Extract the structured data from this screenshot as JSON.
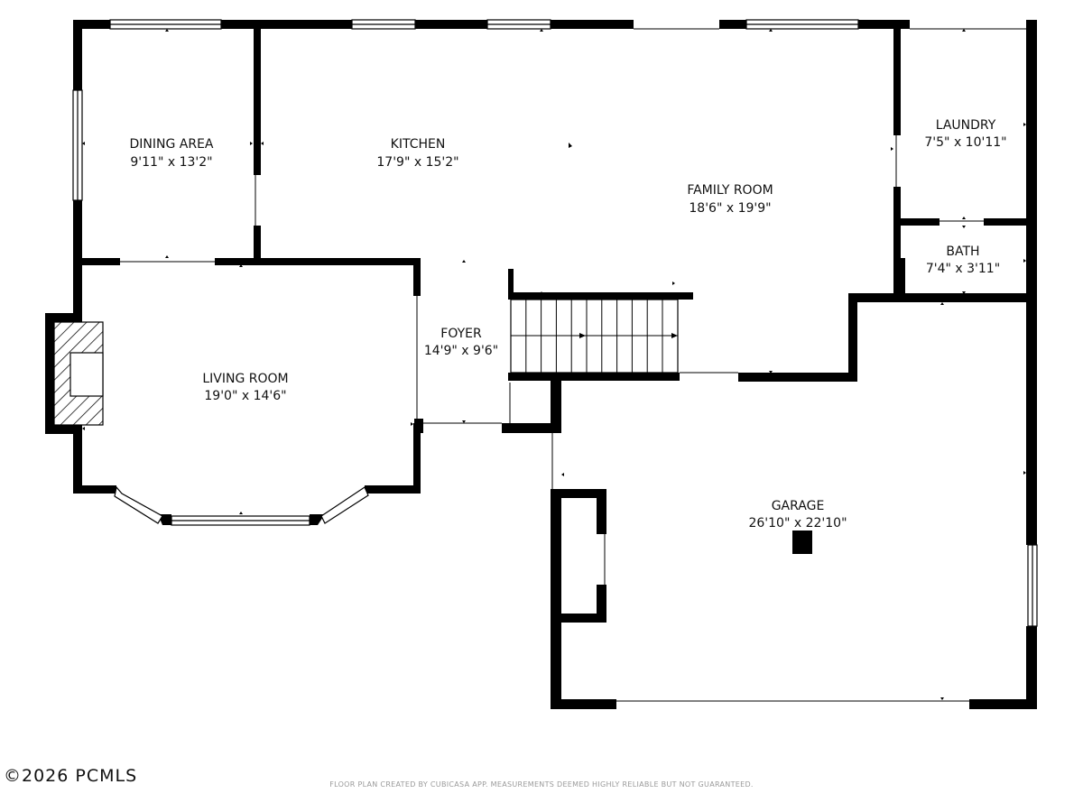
{
  "rooms": {
    "dining_area": {
      "name": "DINING AREA",
      "dims": "9'11\" x 13'2\""
    },
    "kitchen": {
      "name": "KITCHEN",
      "dims": "17'9\" x 15'2\""
    },
    "family_room": {
      "name": "FAMILY ROOM",
      "dims": "18'6\" x 19'9\""
    },
    "laundry": {
      "name": "LAUNDRY",
      "dims": "7'5\" x 10'11\""
    },
    "bath": {
      "name": "BATH",
      "dims": "7'4\" x 3'11\""
    },
    "living_room": {
      "name": "LIVING ROOM",
      "dims": "19'0\" x 14'6\""
    },
    "foyer": {
      "name": "FOYER",
      "dims": "14'9\" x 9'6\""
    },
    "garage": {
      "name": "GARAGE",
      "dims": "26'10\" x 22'10\""
    }
  },
  "copyright": "©2026 PCMLS",
  "disclaimer": "FLOOR PLAN CREATED BY CUBICASA APP. MEASUREMENTS DEEMED HIGHLY RELIABLE BUT NOT GUARANTEED.",
  "colors": {
    "wall": "#000000",
    "background": "#ffffff",
    "disclaimer": "#9a9a9a"
  }
}
